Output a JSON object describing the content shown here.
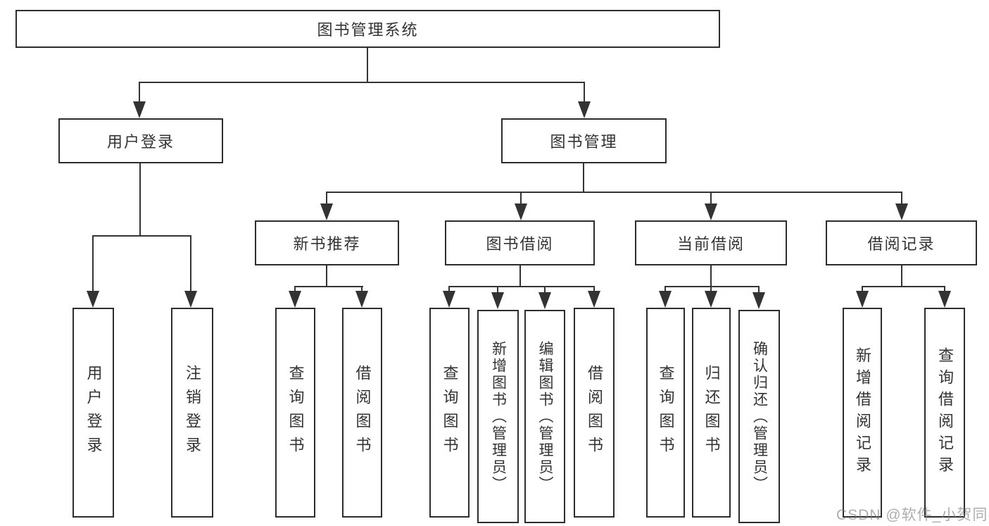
{
  "diagram": {
    "root": {
      "label": "图书管理系统"
    },
    "branches": [
      {
        "label": "用户登录",
        "children": [
          {
            "label": "用户登录"
          },
          {
            "label": "注销登录"
          }
        ]
      },
      {
        "label": "图书管理",
        "children": [
          {
            "label": "新书推荐",
            "children": [
              {
                "label": "查询图书"
              },
              {
                "label": "借阅图书"
              }
            ]
          },
          {
            "label": "图书借阅",
            "children": [
              {
                "label": "查询图书"
              },
              {
                "label": "新增图书（管理员）"
              },
              {
                "label": "编辑图书（管理员）"
              },
              {
                "label": "借阅图书"
              }
            ]
          },
          {
            "label": "当前借阅",
            "children": [
              {
                "label": "查询图书"
              },
              {
                "label": "归还图书"
              },
              {
                "label": "确认归还（管理员）"
              }
            ]
          },
          {
            "label": "借阅记录",
            "children": [
              {
                "label": "新增借阅记录"
              },
              {
                "label": "查询借阅记录"
              }
            ]
          }
        ]
      }
    ],
    "watermark": "CSDN @软件_小贺同学"
  },
  "colors": {
    "line": "#333333",
    "box_border": "#2d2d2d",
    "text": "#333333",
    "watermark": "#7d7d7d",
    "background": "#ffffff"
  }
}
